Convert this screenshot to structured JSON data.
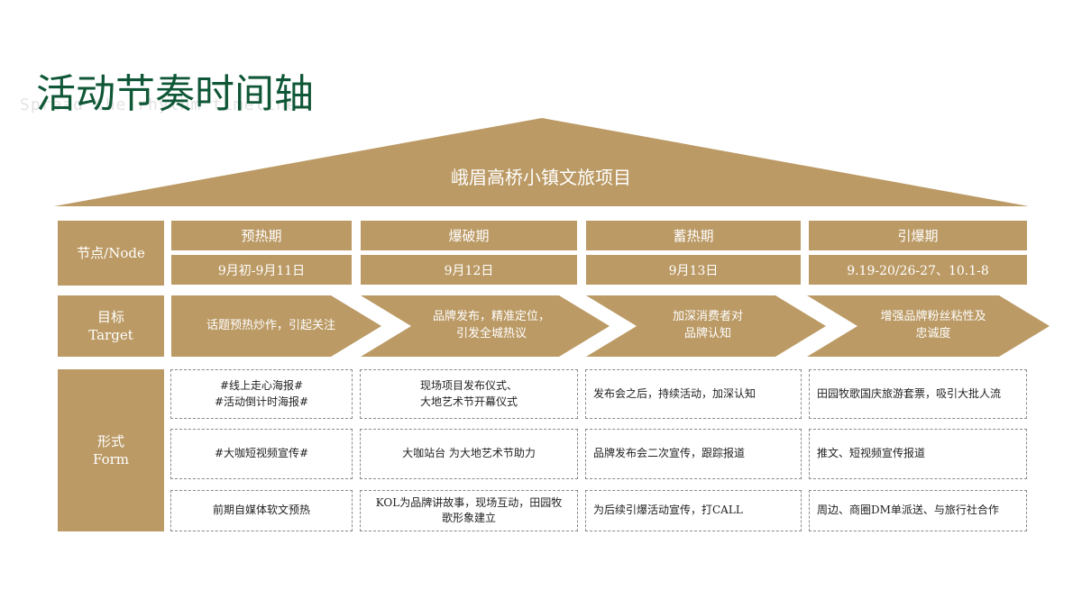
{
  "title": "活动节奏时间轴",
  "subtitle": "Spread the rhythm timeline",
  "project": "峨眉高桥小镇文旅项目",
  "rows": {
    "node": "节点/Node",
    "target": [
      "目标",
      "Target"
    ],
    "form": [
      "形式",
      "Form"
    ]
  },
  "phases": [
    {
      "name": "预热期",
      "date": "9月初-9月11日",
      "target": [
        "话题预热炒作，引起关注"
      ],
      "forms": [
        [
          "#线上走心海报#",
          "#活动倒计时海报#"
        ],
        [
          "#大咖短视频宣传#"
        ],
        [
          "前期自媒体软文预热"
        ]
      ]
    },
    {
      "name": "爆破期",
      "date": "9月12日",
      "target": [
        "品牌发布，精准定位，",
        "引发全城热议"
      ],
      "forms": [
        [
          "现场项目发布仪式、",
          "大地艺术节开幕仪式"
        ],
        [
          "大咖站台 为大地艺术节助力"
        ],
        [
          "KOL为品牌讲故事，现场互动，田园牧",
          "歌形象建立"
        ]
      ]
    },
    {
      "name": "蓄热期",
      "date": "9月13日",
      "target": [
        "加深消费者对",
        "品牌认知"
      ],
      "forms": [
        [
          "发布会之后，持续活动，加深认知"
        ],
        [
          "品牌发布会二次宣传，跟踪报道"
        ],
        [
          "为后续引爆活动宣传，打CALL"
        ]
      ]
    },
    {
      "name": "引爆期",
      "date": "9.19-20/26-27、10.1-8",
      "target": [
        "增强品牌粉丝粘性及",
        "忠诚度"
      ],
      "forms": [
        [
          "田园牧歌国庆旅游套票，吸引大批人流"
        ],
        [
          "推文、短视频宣传报道"
        ],
        [
          "周边、商圈DM单派送、与旅行社合作"
        ]
      ]
    }
  ],
  "colors": {
    "gold": "#bb9a65",
    "title_green": "#0f5736",
    "subtitle_gray": "#e3e3e3"
  }
}
